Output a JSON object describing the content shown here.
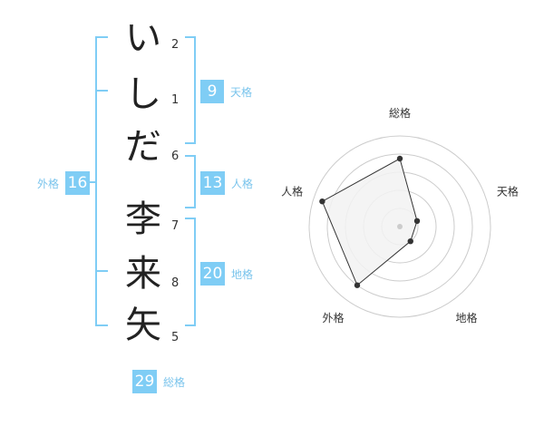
{
  "name": {
    "surname": [
      {
        "char": "い",
        "strokes": "2"
      },
      {
        "char": "し",
        "strokes": "1"
      },
      {
        "char": "だ",
        "strokes": "6"
      }
    ],
    "given": [
      {
        "char": "李",
        "strokes": "7"
      },
      {
        "char": "来",
        "strokes": "8"
      },
      {
        "char": "矢",
        "strokes": "5"
      }
    ]
  },
  "kakusu": {
    "tenkaku": {
      "value": "9",
      "label": "天格"
    },
    "jinkaku": {
      "value": "13",
      "label": "人格"
    },
    "chikaku": {
      "value": "20",
      "label": "地格"
    },
    "gaikaku": {
      "value": "16",
      "label": "外格"
    },
    "soukaku": {
      "value": "29",
      "label": "総格"
    }
  },
  "radar": {
    "axes": [
      "総格",
      "天格",
      "地格",
      "外格",
      "人格"
    ],
    "levels": 5,
    "values": [
      3.75,
      1.0,
      1.0,
      4.0,
      4.5
    ],
    "max": 5,
    "fill_color": "#f2f2f2",
    "line_color": "#333333",
    "grid_color": "#cccccc"
  }
}
